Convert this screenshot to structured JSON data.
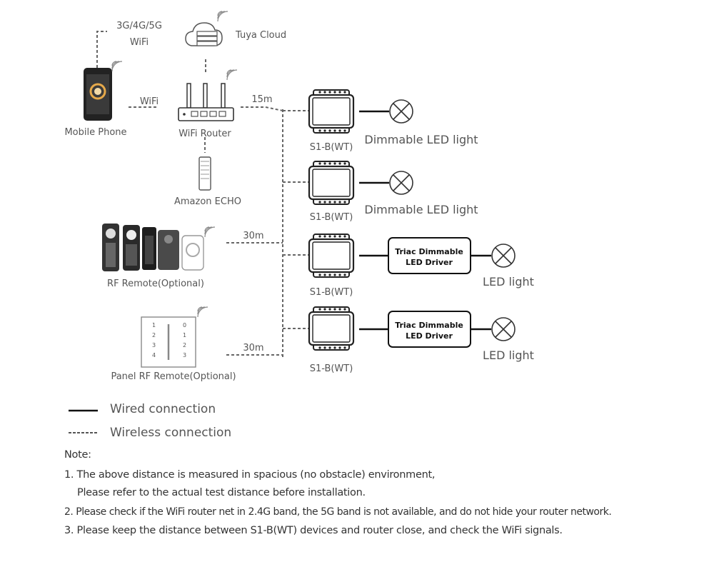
{
  "network": {
    "cellular_label": "3G/4G/5G",
    "wifi_label_top": "WiFi",
    "cloud_label": "Tuya Cloud",
    "phone_label": "Mobile Phone",
    "wifi_label_mid": "WiFi",
    "router_label": "WiFi Router",
    "echo_label": "Amazon ECHO",
    "rf_remote_label": "RF Remote(Optional)",
    "panel_remote_label": "Panel RF Remote(Optional)",
    "distance_router": "15m",
    "distance_rf": "30m",
    "distance_panel": "30m",
    "panel_keys": [
      "1",
      "2",
      "3",
      "4",
      "0",
      "1",
      "2",
      "3"
    ]
  },
  "devices": [
    {
      "module_label": "S1-B(WT)",
      "driver": "",
      "load_label": "Dimmable LED light"
    },
    {
      "module_label": "S1-B(WT)",
      "driver": "",
      "load_label": "Dimmable LED light"
    },
    {
      "module_label": "S1-B(WT)",
      "driver_line1": "Triac Dimmable",
      "driver_line2": "LED Driver",
      "load_label": "LED light"
    },
    {
      "module_label": "S1-B(WT)",
      "driver_line1": "Triac Dimmable",
      "driver_line2": "LED Driver",
      "load_label": "LED light"
    }
  ],
  "legend": {
    "wired": "Wired connection",
    "wireless": "Wireless connection"
  },
  "notes": {
    "heading": "Note:",
    "line1": "1. The above distance is measured in spacious (no obstacle) environment,",
    "line1b": "Please refer to the actual test distance before installation.",
    "line2": "2. Please check if the WiFi router net in 2.4G band, the 5G band is not available, and do not hide your router network.",
    "line3": "3. Please keep the distance between S1-B(WT) devices and router close, and check the WiFi signals."
  }
}
